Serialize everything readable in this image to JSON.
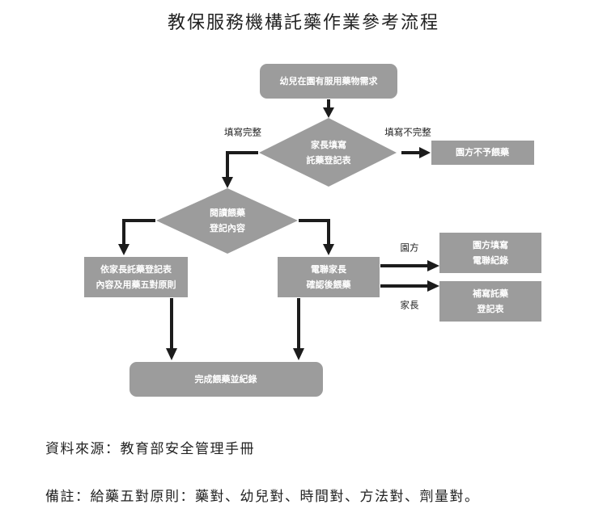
{
  "title": "教保服務機構託藥作業參考流程",
  "nodes": {
    "start": "幼兒在園有服用藥物需求",
    "decision1": [
      "家長填寫",
      "託藥登記表"
    ],
    "reject": "園方不予餵藥",
    "decision2": [
      "閱讀餵藥",
      "登記內容"
    ],
    "follow": [
      "依家長託藥登記表",
      "內容及用藥五對原則"
    ],
    "phone": [
      "電聯家長",
      "確認後餵藥"
    ],
    "school_record": [
      "園方填寫",
      "電聯紀錄"
    ],
    "parent_fill": [
      "補寫託藥",
      "登記表"
    ],
    "finish": "完成餵藥並紀錄"
  },
  "edges": {
    "complete": "填寫完整",
    "incomplete": "填寫不完整",
    "school": "園方",
    "parent": "家長"
  },
  "footer": {
    "source": "資料來源：教育部安全管理手冊",
    "remark": "備註：給藥五對原則：藥對、幼兒對、時間對、方法對、劑量對。"
  }
}
